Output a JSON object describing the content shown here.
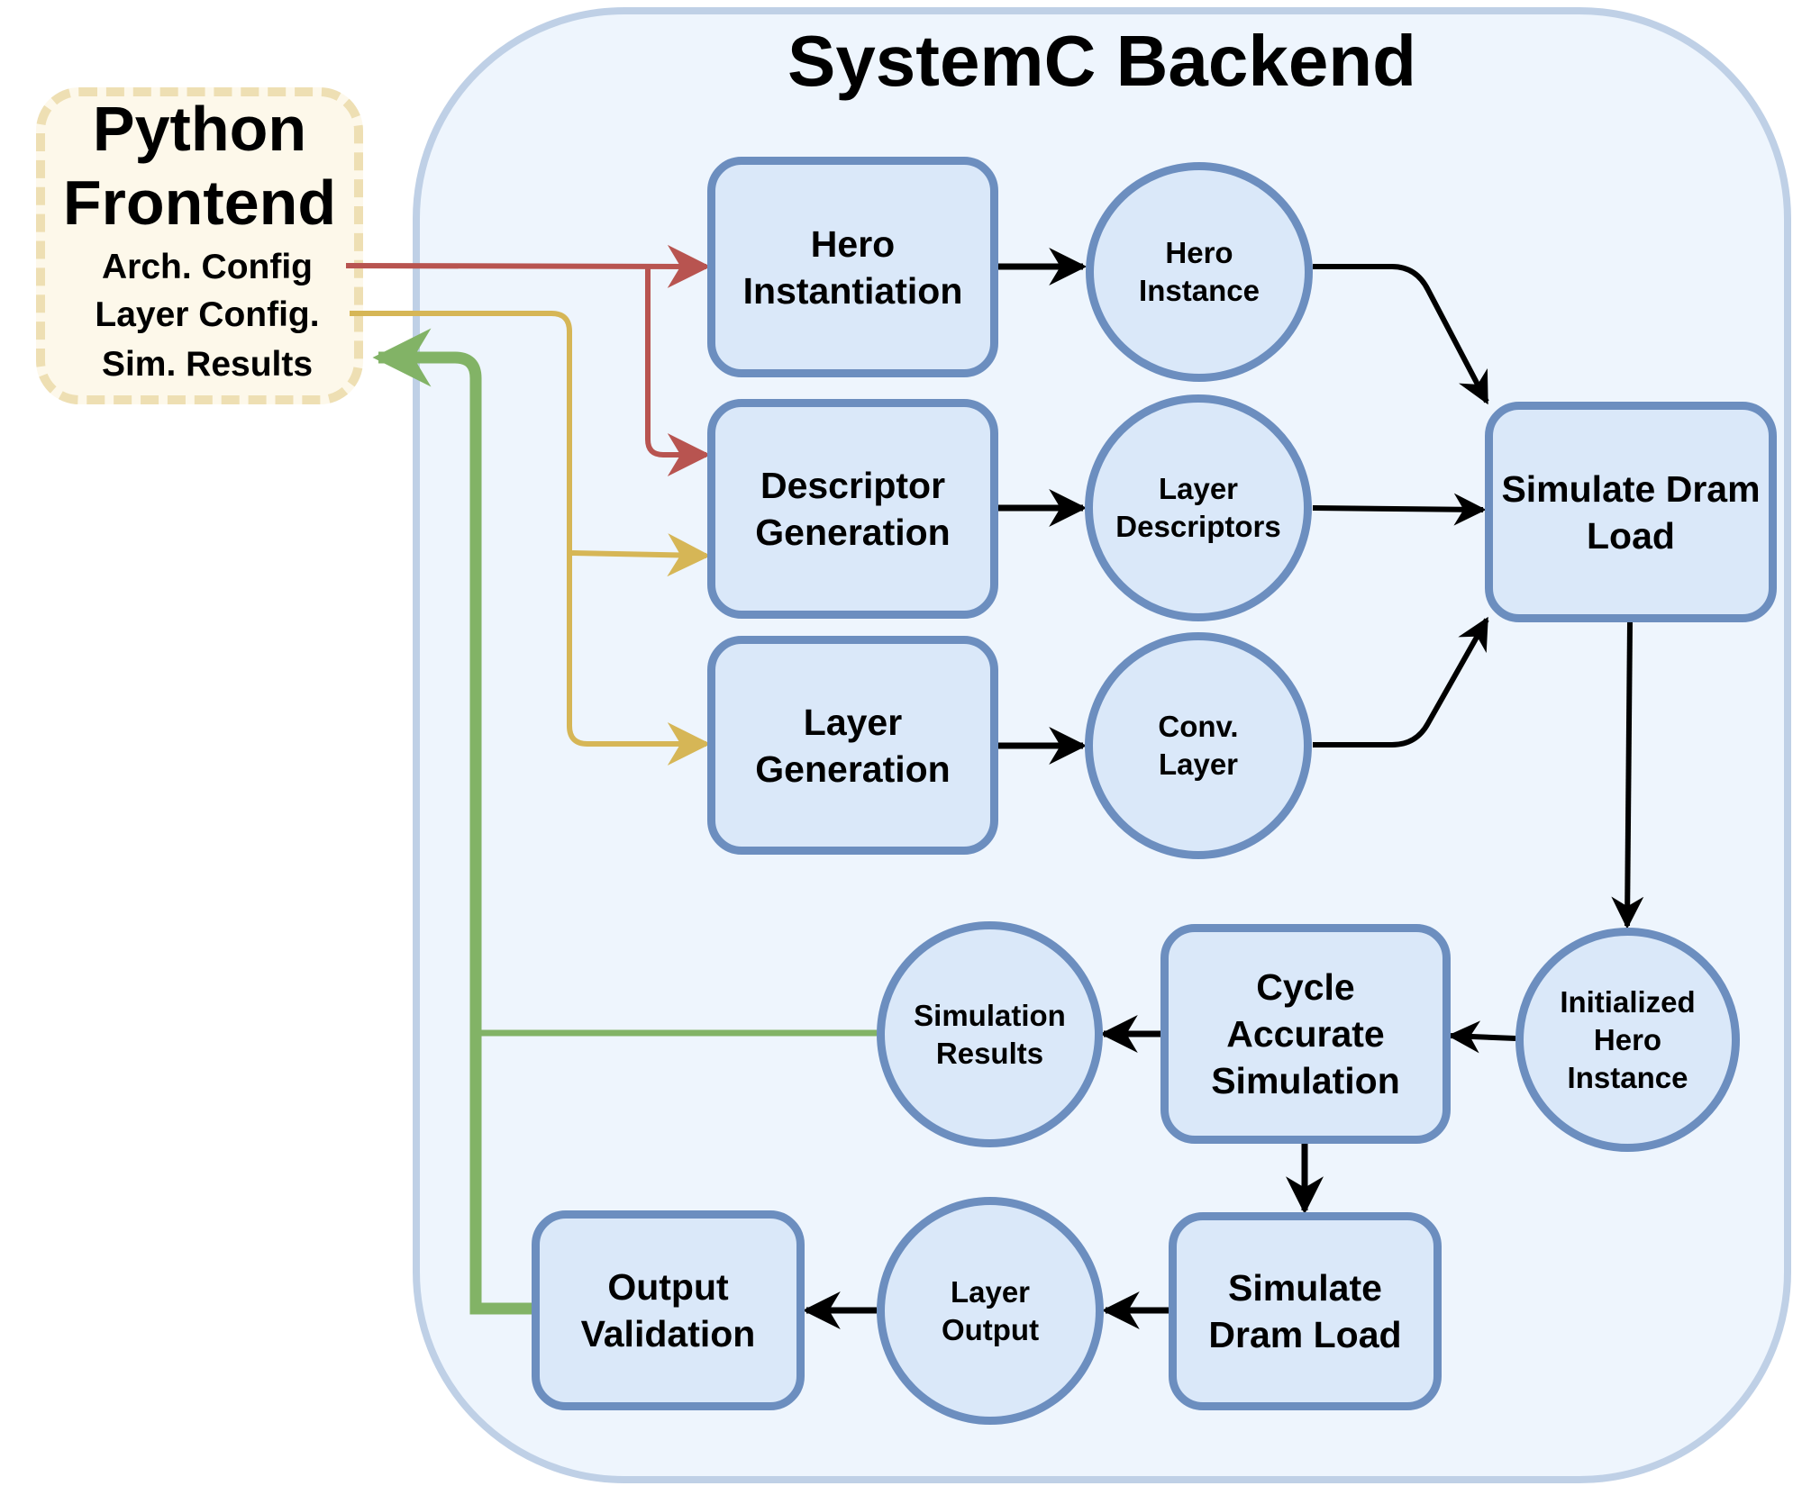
{
  "diagram": {
    "backend": {
      "title": "SystemC Backend"
    },
    "frontend": {
      "title_line1": "Python",
      "title_line2": "Frontend",
      "items": [
        "Arch. Config",
        "Layer Config.",
        "Sim. Results"
      ]
    },
    "nodes": {
      "hero_instantiation": "Hero\nInstantiation",
      "descriptor_generation": "Descriptor\nGeneration",
      "layer_generation": "Layer\nGeneration",
      "hero_instance": "Hero\nInstance",
      "layer_descriptors": "Layer\nDescriptors",
      "conv_layer": "Conv.\nLayer",
      "simulate_dram_load_top": "Simulate Dram\nLoad",
      "initialized_hero_instance": "Initialized\nHero\nInstance",
      "cycle_accurate_simulation": "Cycle\nAccurate\nSimulation",
      "simulation_results": "Simulation\nResults",
      "simulate_dram_load_bottom": "Simulate\nDram Load",
      "layer_output": "Layer\nOutput",
      "output_validation": "Output\nValidation"
    },
    "edges": [
      {
        "from": "Arch. Config",
        "to": "Hero Instantiation",
        "color": "#b85450"
      },
      {
        "from": "Arch. Config",
        "to": "Descriptor Generation",
        "color": "#b85450"
      },
      {
        "from": "Layer Config.",
        "to": "Descriptor Generation",
        "color": "#d6b656"
      },
      {
        "from": "Layer Config.",
        "to": "Layer Generation",
        "color": "#d6b656"
      },
      {
        "from": "Hero Instantiation",
        "to": "Hero Instance",
        "color": "#000000"
      },
      {
        "from": "Descriptor Generation",
        "to": "Layer Descriptors",
        "color": "#000000"
      },
      {
        "from": "Layer Generation",
        "to": "Conv. Layer",
        "color": "#000000"
      },
      {
        "from": "Hero Instance",
        "to": "Simulate Dram Load",
        "color": "#000000"
      },
      {
        "from": "Layer Descriptors",
        "to": "Simulate Dram Load",
        "color": "#000000"
      },
      {
        "from": "Conv. Layer",
        "to": "Simulate Dram Load",
        "color": "#000000"
      },
      {
        "from": "Simulate Dram Load",
        "to": "Initialized Hero Instance",
        "color": "#000000"
      },
      {
        "from": "Initialized Hero Instance",
        "to": "Cycle Accurate Simulation",
        "color": "#000000"
      },
      {
        "from": "Cycle Accurate Simulation",
        "to": "Simulation Results",
        "color": "#000000"
      },
      {
        "from": "Cycle Accurate Simulation",
        "to": "Simulate Dram Load (bottom)",
        "color": "#000000"
      },
      {
        "from": "Simulate Dram Load (bottom)",
        "to": "Layer Output",
        "color": "#000000"
      },
      {
        "from": "Layer Output",
        "to": "Output Validation",
        "color": "#000000"
      },
      {
        "from": "Simulation Results",
        "to": "Sim. Results",
        "color": "#82b366"
      },
      {
        "from": "Output Validation",
        "to": "Sim. Results",
        "color": "#82b366"
      }
    ],
    "colors": {
      "node_fill": "#dae8f9",
      "node_stroke": "#6c8ebf",
      "container_fill": "#eef5fd",
      "container_stroke": "#bfd0e6",
      "frontend_fill": "#fdf8ea",
      "frontend_stroke": "#eedfb3",
      "arch_config_line": "#b85450",
      "layer_config_line": "#d6b656",
      "sim_results_line": "#82b366"
    }
  }
}
